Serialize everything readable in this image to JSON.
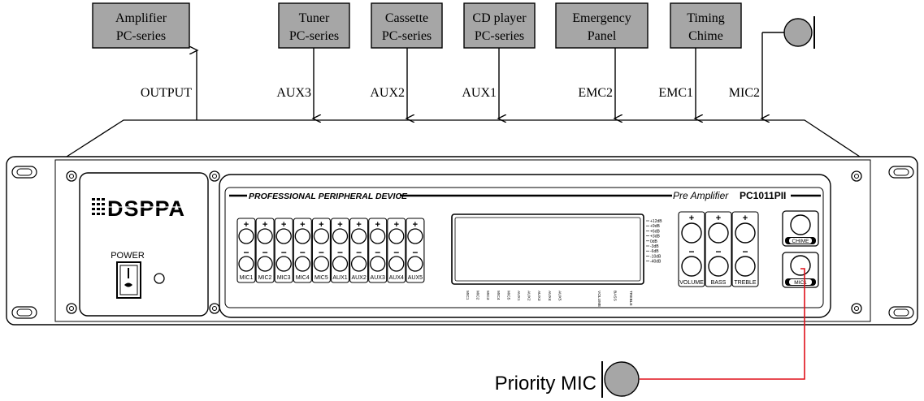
{
  "top_boxes": [
    {
      "line1": "Amplifier",
      "line2": "PC-series"
    },
    {
      "line1": "Tuner",
      "line2": "PC-series"
    },
    {
      "line1": "Cassette",
      "line2": "PC-series"
    },
    {
      "line1": "CD player",
      "line2": "PC-series"
    },
    {
      "line1": "Emergency",
      "line2": "Panel"
    },
    {
      "line1": "Timing",
      "line2": "Chime"
    }
  ],
  "connections": [
    "OUTPUT",
    "AUX3",
    "AUX2",
    "AUX1",
    "EMC2",
    "EMC1",
    "MIC2"
  ],
  "device": {
    "left_header": "PROFESSIONAL PERIPHERAL DEVICE",
    "right_header_italic": "Pre Amplifier",
    "model": "PC1011PII",
    "logo": "DSPPA",
    "power_label": "POWER",
    "channels": [
      "MIC1",
      "MIC2",
      "MIC3",
      "MIC4",
      "MIC5",
      "AUX1",
      "AUX2",
      "AUX3",
      "AUX4",
      "AUX5"
    ],
    "plus": "+",
    "minus": "−",
    "meter_scale": [
      "+12dB",
      "+9dB",
      "+6dB",
      "+3dB",
      "0dB",
      "-3dB",
      "-6dB",
      "-10dB",
      "-40dB"
    ],
    "meter_channels": [
      "MIC1",
      "MIC2",
      "MIC3",
      "MIC4",
      "MIC5",
      "AUX1",
      "AUX2",
      "AUX3",
      "AUX4",
      "AUX5",
      "VOLUME",
      "BASS",
      "TREBLE"
    ],
    "tone_controls": [
      "VOLUME",
      "BASS",
      "TREBLE"
    ],
    "chime_label": "CHIME",
    "mic1_label": "MIC1"
  },
  "priority_mic_label": "Priority MIC",
  "colors": {
    "box_fill": "#a6a6a6",
    "wire": "#e0101a"
  }
}
